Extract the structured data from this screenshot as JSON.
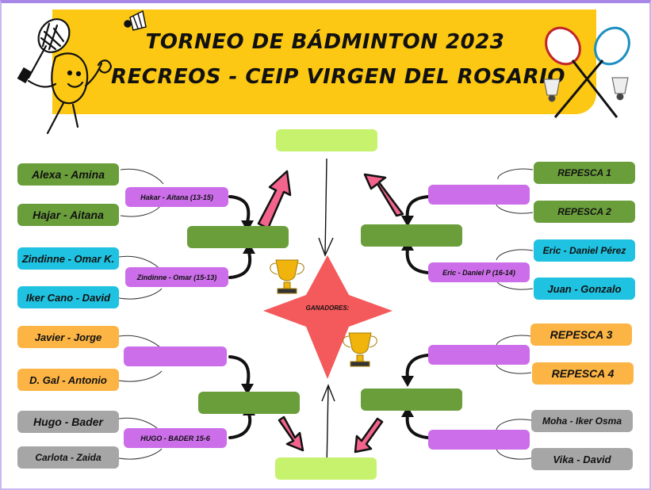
{
  "header": {
    "title_line1": "TORNEO DE BÁDMINTON 2023",
    "title_line2": "RECREOS - CEIP VIRGEN DEL ROSARIO"
  },
  "left_bracket": {
    "r1": [
      "Alexa - Amina",
      "Hajar - Aitana",
      "Zindinne - Omar K.",
      "Iker Cano - David",
      "Javier - Jorge",
      "D. Gal - Antonio",
      "Hugo - Bader",
      "Carlota - Zaida"
    ],
    "r2": [
      "Hakar - Aitana (13-15)",
      "Zindinne - Omar (15-13)",
      "",
      "HUGO - BADER 15-6"
    ]
  },
  "right_bracket": {
    "r1": [
      "REPESCA 1",
      "REPESCA 2",
      "Eric - Daniel Pérez",
      "Juan - Gonzalo",
      "REPESCA 3",
      "REPESCA 4",
      "Moha - Iker Osma",
      "Vika - David"
    ],
    "r2": [
      "",
      "Eric - Daniel P (16-14)",
      "",
      ""
    ]
  },
  "center": {
    "winners_label": "GANADORES:"
  },
  "colors": {
    "banner": "#fcc813",
    "green": "#6a9e3b",
    "cyan": "#1fc2e0",
    "orange": "#fcb444",
    "grey": "#a6a6a6",
    "purple": "#cc6ee9",
    "lime": "#c7f26d",
    "star": "#f4595b",
    "pink_arrow": "#f2648c"
  }
}
